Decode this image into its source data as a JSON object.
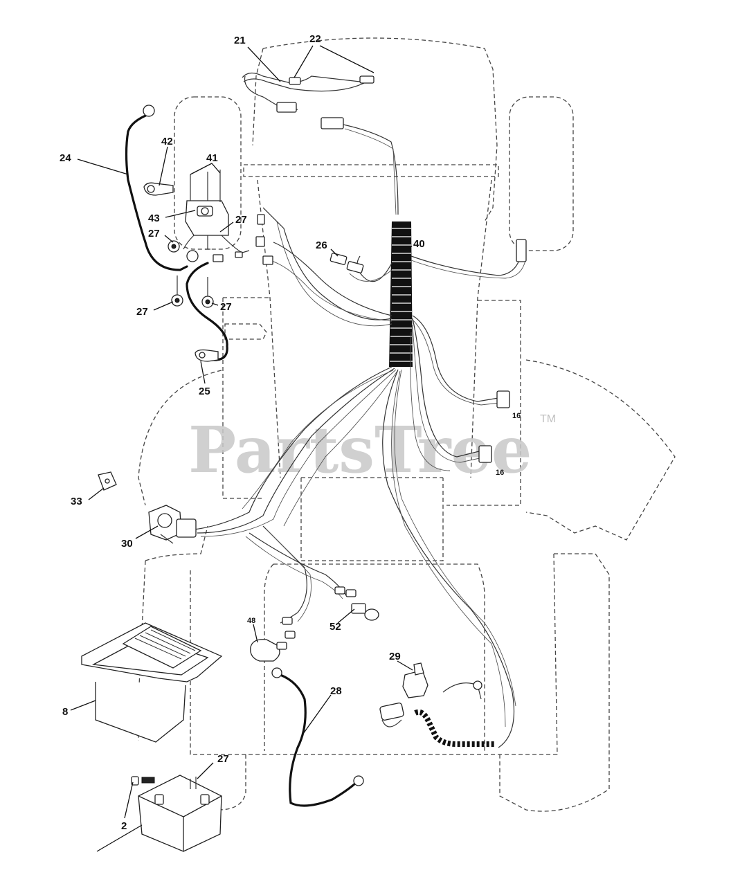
{
  "watermark": {
    "text": "PartsTree",
    "trademark": "TM"
  },
  "callouts": [
    {
      "id": "c21",
      "label": "21"
    },
    {
      "id": "c22",
      "label": "22"
    },
    {
      "id": "c24",
      "label": "24"
    },
    {
      "id": "c42",
      "label": "42"
    },
    {
      "id": "c41",
      "label": "41"
    },
    {
      "id": "c43",
      "label": "43"
    },
    {
      "id": "c27a",
      "label": "27"
    },
    {
      "id": "c27b",
      "label": "27"
    },
    {
      "id": "c27c",
      "label": "27"
    },
    {
      "id": "c27d",
      "label": "27"
    },
    {
      "id": "c26",
      "label": "26"
    },
    {
      "id": "c40",
      "label": "40"
    },
    {
      "id": "c25",
      "label": "25"
    },
    {
      "id": "c16a",
      "label": "16"
    },
    {
      "id": "c16b",
      "label": "16"
    },
    {
      "id": "c33",
      "label": "33"
    },
    {
      "id": "c30",
      "label": "30"
    },
    {
      "id": "c48",
      "label": "48"
    },
    {
      "id": "c52",
      "label": "52"
    },
    {
      "id": "c29",
      "label": "29"
    },
    {
      "id": "c28",
      "label": "28"
    },
    {
      "id": "c8",
      "label": "8"
    },
    {
      "id": "c27e",
      "label": "27"
    },
    {
      "id": "c2",
      "label": "2"
    }
  ],
  "colors": {
    "line": "#333333",
    "watermark": "#c8c8c8",
    "background": "#ffffff"
  }
}
